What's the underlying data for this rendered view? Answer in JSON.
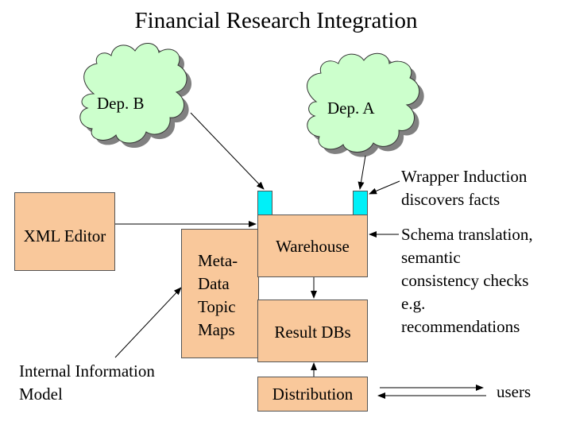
{
  "title": "Financial Research Integration",
  "clouds": {
    "dep_b": "Dep. B",
    "dep_a": "Dep. A"
  },
  "boxes": {
    "xml_editor": "XML Editor",
    "metadata": [
      "Meta-",
      "Data",
      "Topic",
      "Maps"
    ],
    "warehouse": "Warehouse",
    "result_dbs": "Result DBs",
    "distribution": "Distribution"
  },
  "annotations": {
    "wrapper": [
      "Wrapper Induction",
      "discovers facts"
    ],
    "schema": [
      "Schema translation,",
      "semantic",
      "consistency checks",
      "e.g.",
      "recommendations"
    ],
    "internal": [
      "Internal Information",
      "Model"
    ],
    "users": "users"
  },
  "colors": {
    "box_fill": "#f9c89b",
    "cloud_fill": "#ccffcc",
    "cyan": "#00f0f8"
  }
}
